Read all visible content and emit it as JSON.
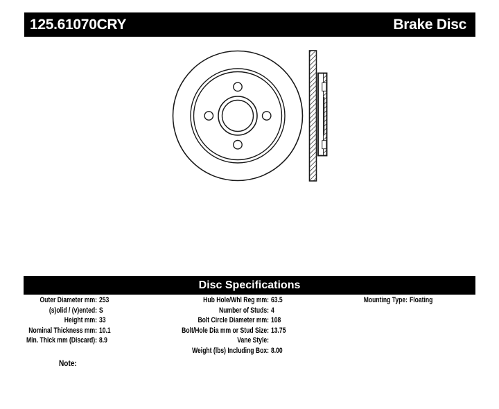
{
  "header": {
    "part_number": "125.61070CRY",
    "product_name": "Brake Disc"
  },
  "specifications": {
    "title": "Disc Specifications",
    "left_column": [
      {
        "label": "Outer Diameter mm:",
        "value": "253"
      },
      {
        "label": "(s)olid / (v)ented:",
        "value": "S"
      },
      {
        "label": "Height mm:",
        "value": "33"
      },
      {
        "label": "Nominal Thickness mm:",
        "value": "10.1"
      },
      {
        "label": "Min. Thick mm (Discard):",
        "value": "8.9"
      }
    ],
    "middle_column": [
      {
        "label": "Hub Hole/Whl Reg mm:",
        "value": "63.5"
      },
      {
        "label": "Number of Studs:",
        "value": "4"
      },
      {
        "label": "Bolt Circle Diameter mm:",
        "value": "108"
      },
      {
        "label": "Bolt/Hole Dia mm or Stud Size:",
        "value": "13.75"
      },
      {
        "label": "Vane Style:",
        "value": ""
      },
      {
        "label": "Weight (lbs) Including Box:",
        "value": "8.00"
      }
    ],
    "right_column": [
      {
        "label": "Mounting Type:",
        "value": "Floating"
      }
    ],
    "note_label": "Note:"
  }
}
